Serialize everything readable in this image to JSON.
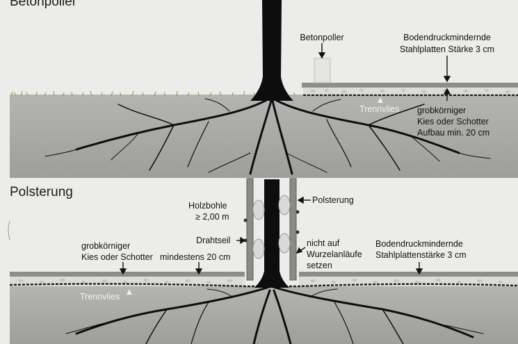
{
  "section1": {
    "heading": "Betonpoller",
    "labels": {
      "betonpoller": "Betonpoller",
      "stahl_line1": "Bodendruckmindernde",
      "stahl_line2": "Stahlplatten Stärke 3 cm",
      "trennvlies": "Trennvlies",
      "kies_line1": "grobkörniger",
      "kies_line2": "Kies oder Schotter",
      "kies_line3": "Aufbau min. 20 cm"
    }
  },
  "section2": {
    "heading": "Polsterung",
    "labels": {
      "holzbohle_line1": "Holzbohle",
      "holzbohle_line2": "≥ 2,00 m",
      "drahtseil": "Drahtseil",
      "polsterung": "Polsterung",
      "nicht_line1": "nicht auf",
      "nicht_line2": "Wurzelanläufe",
      "nicht_line3": "setzen",
      "kies_line1": "grobkörniger",
      "kies_line2": "Kies oder Schotter",
      "mindestens": "mindestens 20 cm",
      "stahl_line1": "Bodendruckmindernde",
      "stahl_line2": "Stahlplattenstärke 3 cm",
      "trennvlies": "Trennvlies"
    }
  },
  "colors": {
    "background": "#ececea",
    "soil": "#a9a9a7",
    "plate": "#8d8d8b",
    "trunk": "#0d0d0d",
    "grass": "#7fae55"
  }
}
